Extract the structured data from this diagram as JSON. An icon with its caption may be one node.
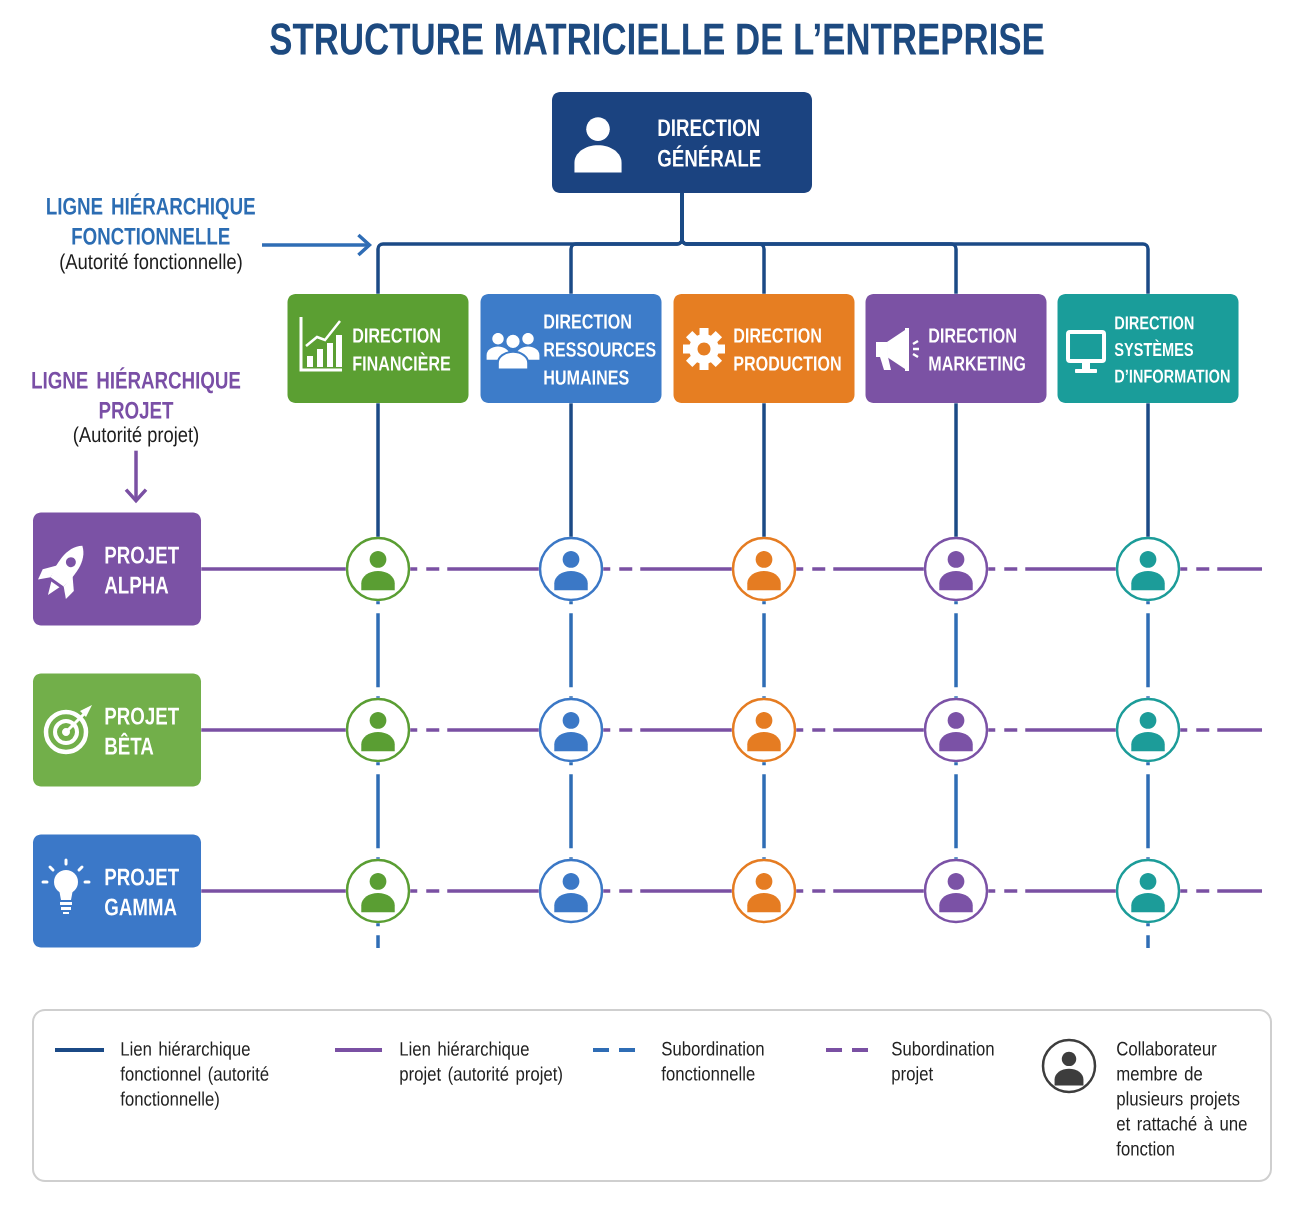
{
  "diagram": {
    "title": "STRUCTURE MATRICIELLE DE L’ENTREPRISE",
    "nodes": [
      {
        "text": [
          "DIRECTION GÉNÉRALE"
        ]
      },
      {
        "text": [
          "LIGNE HIÉRARCHIQUE FONCTIONNELLE",
          "(Autorité fonctionnelle)"
        ]
      },
      {
        "text": [
          "DIRECTION FINANCIÈRE"
        ]
      },
      {
        "text": [
          "DIRECTION RESSOURCES HUMAINES"
        ]
      },
      {
        "text": [
          "DIRECTION PRODUCTION"
        ]
      },
      {
        "text": [
          "DIRECTION MARKETING"
        ]
      },
      {
        "text": [
          "DIRECTION SYSTÈMES D’INFORMATION"
        ]
      },
      {
        "text": [
          "LIGNE HIÉRARCHIQUE PROJET",
          "(Autorité projet)"
        ]
      },
      {
        "text": [
          "PROJET ALPHA"
        ]
      },
      {
        "text": [],
        "shape": "circle"
      },
      {
        "text": [],
        "shape": "circle"
      },
      {
        "text": [],
        "shape": "circle"
      },
      {
        "text": [],
        "shape": "circle"
      },
      {
        "text": [],
        "shape": "circle"
      },
      {
        "text": [
          "PROJET BÊTA"
        ]
      },
      {
        "text": [],
        "shape": "circle"
      },
      {
        "text": [],
        "shape": "circle"
      },
      {
        "text": [],
        "shape": "circle"
      },
      {
        "text": [],
        "shape": "circle"
      },
      {
        "text": [],
        "shape": "circle"
      },
      {
        "text": [
          "PROJET GAMMA"
        ]
      },
      {
        "text": [],
        "shape": "circle"
      },
      {
        "text": [],
        "shape": "circle"
      },
      {
        "text": [],
        "shape": "circle"
      },
      {
        "text": [],
        "shape": "circle"
      },
      {
        "text": [],
        "shape": "circle"
      }
    ],
    "edges": [
      {
        "from": 1,
        "to": null,
        "arrow": "to",
        "color": "#2f6db5"
      },
      {
        "from": 0,
        "to": 2,
        "arrow": "none",
        "color": "#1b4a86"
      },
      {
        "from": 0,
        "to": 3,
        "arrow": "none",
        "color": "#1b4a86"
      },
      {
        "from": 0,
        "to": 4,
        "arrow": "none",
        "color": "#1b4a86"
      },
      {
        "from": 0,
        "to": 5,
        "arrow": "none",
        "color": "#1b4a86"
      },
      {
        "from": 0,
        "to": 6,
        "arrow": "none",
        "color": "#1b4a86"
      },
      {
        "from": 7,
        "to": 8,
        "arrow": "to"
      },
      {
        "from": 2,
        "to": 9,
        "arrow": "none",
        "color": "#1b4a86"
      },
      {
        "from": 3,
        "to": 10,
        "arrow": "none",
        "color": "#1b4a86"
      },
      {
        "from": 4,
        "to": 11,
        "arrow": "none",
        "color": "#1b4a86"
      },
      {
        "from": 5,
        "to": 12,
        "arrow": "none",
        "color": "#1b4a86"
      },
      {
        "from": 6,
        "to": 13,
        "arrow": "none",
        "color": "#1b4a86"
      },
      {
        "from": 8,
        "to": 9,
        "arrow": "none"
      },
      {
        "from": 9,
        "to": 10,
        "arrow": "none",
        "style": "dashed"
      },
      {
        "from": 10,
        "to": 11,
        "arrow": "none",
        "style": "dashed"
      },
      {
        "from": 11,
        "to": 12,
        "arrow": "none",
        "style": "dashed"
      },
      {
        "from": 12,
        "to": 13,
        "arrow": "none",
        "style": "dashed"
      },
      {
        "from": 13,
        "to": null,
        "arrow": "none",
        "style": "dashed"
      },
      {
        "from": 9,
        "to": 15,
        "arrow": "none",
        "style": "dashed",
        "color": "#2f6db5"
      },
      {
        "from": 10,
        "to": 16,
        "arrow": "none",
        "style": "dashed",
        "color": "#2f6db5"
      },
      {
        "from": 11,
        "to": 17,
        "arrow": "none",
        "style": "dashed",
        "color": "#2f6db5"
      },
      {
        "from": 12,
        "to": 18,
        "arrow": "none",
        "style": "dashed",
        "color": "#2f6db5"
      },
      {
        "from": 13,
        "to": 19,
        "arrow": "none",
        "style": "dashed",
        "color": "#2f6db5"
      },
      {
        "from": 14,
        "to": 15,
        "arrow": "none"
      },
      {
        "from": 15,
        "to": 16,
        "arrow": "none",
        "style": "dashed"
      },
      {
        "from": 16,
        "to": 17,
        "arrow": "none",
        "style": "dashed"
      },
      {
        "from": 17,
        "to": 18,
        "arrow": "none",
        "style": "dashed"
      },
      {
        "from": 18,
        "to": 19,
        "arrow": "none",
        "style": "dashed"
      },
      {
        "from": 19,
        "to": null,
        "arrow": "none",
        "style": "dashed"
      },
      {
        "from": 15,
        "to": 21,
        "arrow": "none",
        "style": "dashed",
        "color": "#2f6db5"
      },
      {
        "from": 16,
        "to": 22,
        "arrow": "none",
        "style": "dashed",
        "color": "#2f6db5"
      },
      {
        "from": 17,
        "to": 23,
        "arrow": "none",
        "style": "dashed",
        "color": "#2f6db5"
      },
      {
        "from": 18,
        "to": 24,
        "arrow": "none",
        "style": "dashed",
        "color": "#2f6db5"
      },
      {
        "from": 19,
        "to": 25,
        "arrow": "none",
        "style": "dashed",
        "color": "#2f6db5"
      },
      {
        "from": 20,
        "to": 21,
        "arrow": "none"
      },
      {
        "from": 21,
        "to": 22,
        "arrow": "none",
        "style": "dashed"
      },
      {
        "from": 22,
        "to": 23,
        "arrow": "none",
        "style": "dashed"
      },
      {
        "from": 23,
        "to": 24,
        "arrow": "none",
        "style": "dashed"
      },
      {
        "from": 24,
        "to": 25,
        "arrow": "none",
        "style": "dashed"
      },
      {
        "from": 25,
        "to": null,
        "arrow": "none",
        "style": "dashed"
      },
      {
        "from": 21,
        "to": null,
        "arrow": "none",
        "style": "dashed",
        "color": "#2f6db5"
      },
      {
        "from": 25,
        "to": null,
        "arrow": "none",
        "style": "dashed",
        "color": "#2f6db5"
      }
    ],
    "legend": [
      {
        "text": "Lien hiérarchique fonctionnel (autorité fonctionnelle)"
      },
      {
        "text": "Lien hiérarchique projet (autorité projet)"
      },
      {
        "text": "Subordination fonctionnelle"
      },
      {
        "text": "Subordination projet"
      },
      {
        "text": "Collaborateur membre de plusieurs projets et rattaché à une fonction"
      }
    ]
  }
}
